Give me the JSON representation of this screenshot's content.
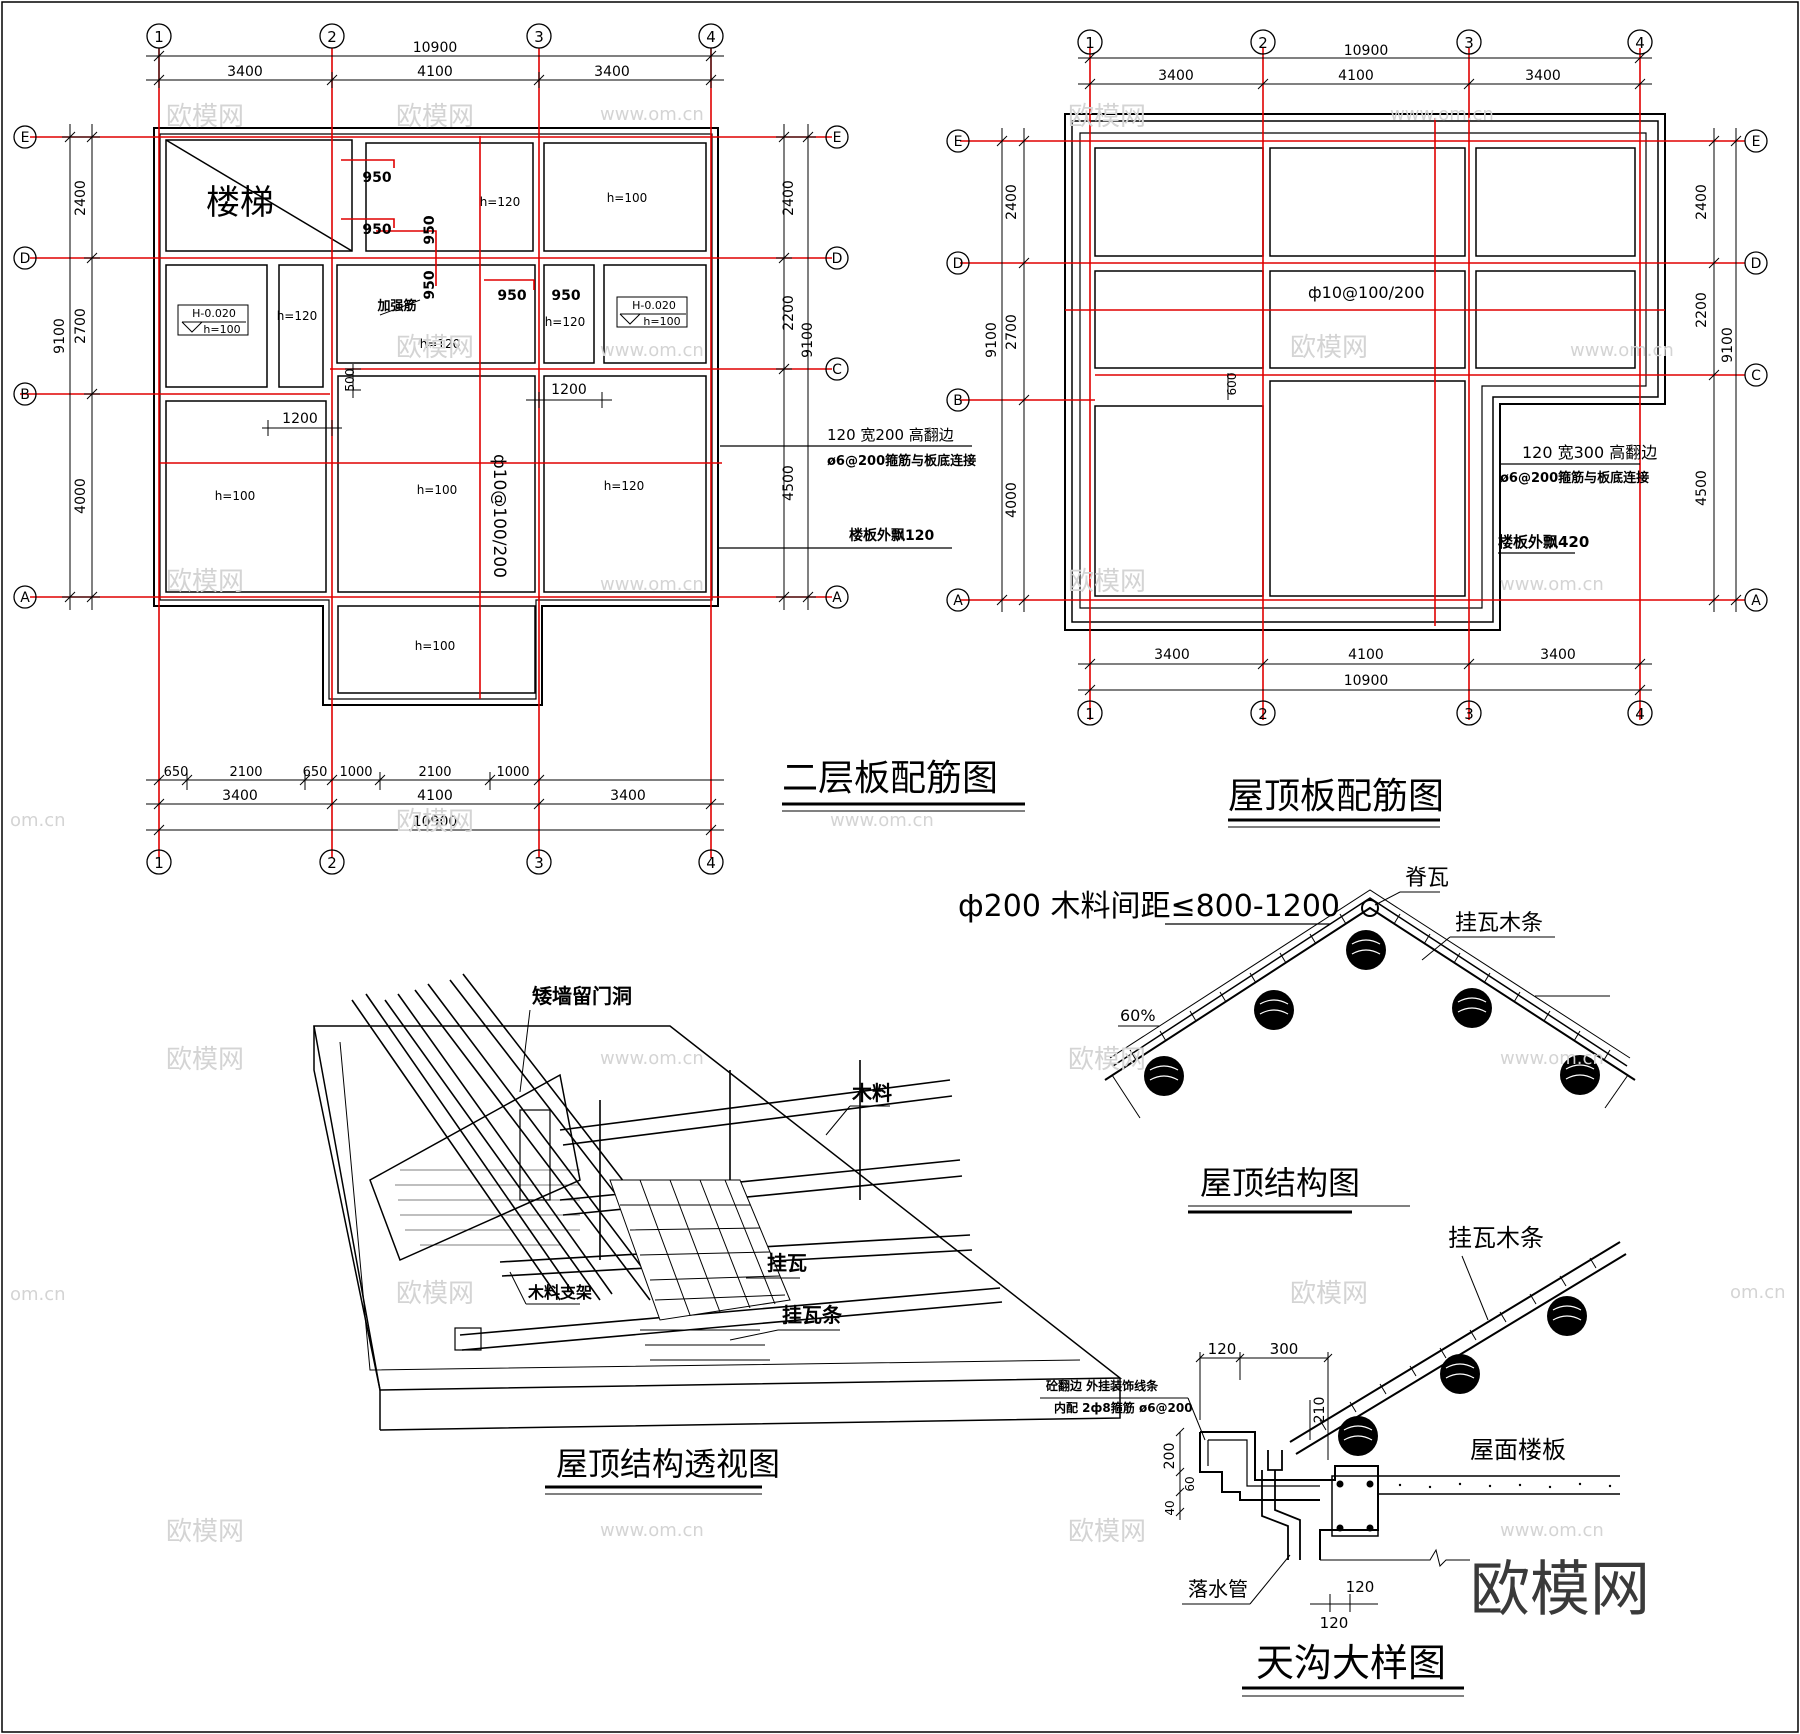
{
  "colors": {
    "ink": "#000000",
    "rebar": "#e00000",
    "watermark": "#d0d0d0",
    "background": "#ffffff"
  },
  "plan2": {
    "title": "二层板配筋图",
    "axes_x": [
      "1",
      "2",
      "3",
      "4"
    ],
    "axes_y_left": [
      "E",
      "D",
      "B",
      "A"
    ],
    "axes_y_right": [
      "E",
      "D",
      "C",
      "A"
    ],
    "total": "10900",
    "spans": [
      "3400",
      "4100",
      "3400"
    ],
    "bottom_sub": [
      "650",
      "2100",
      "650",
      "1000",
      "2100",
      "1000"
    ],
    "left_dims": [
      "2400",
      "2700",
      "4000"
    ],
    "left_total": "9100",
    "right_dims": [
      "2400",
      "2200",
      "4500"
    ],
    "right_total": "9100",
    "stair": "楼梯",
    "d950": "950",
    "d1200": "1200",
    "d500": "500",
    "reinf": "加强筋",
    "elev": "H-0.020",
    "h100": "h=100",
    "h120": "h=120",
    "main_bar": "ф10@100/200",
    "note1": "120  宽200  高翻边",
    "note2": "ø6@200箍筋与板底连接",
    "note3": "楼板外飘120"
  },
  "plan_roof": {
    "title": "屋顶板配筋图",
    "total": "10900",
    "spans": [
      "3400",
      "4100",
      "3400"
    ],
    "left_dims": [
      "2400",
      "2700",
      "4000"
    ],
    "left_total": "9100",
    "right_dims": [
      "2400",
      "2200",
      "4500"
    ],
    "right_total": "9100",
    "main_bar": "ф10@100/200",
    "d600": "600",
    "note1": "120  宽300  高翻边",
    "note2": "ø6@200箍筋与板底连接",
    "note3": "楼板外飘420"
  },
  "roof_struct": {
    "title": "屋顶结构图",
    "timber": "ф200 木料间距≤800-1200",
    "ridge": "脊瓦",
    "batten": "挂瓦木条",
    "slope": "60%"
  },
  "perspective": {
    "title": "屋顶结构透视图",
    "opening": "矮墙留门洞",
    "timber": "木料",
    "tile": "挂瓦",
    "batten": "挂瓦条",
    "support": "木料支架"
  },
  "gutter": {
    "title": "天沟大样图",
    "batten": "挂瓦木条",
    "slab": "屋面楼板",
    "pipe": "落水管",
    "ann1": "砼翻边   外挂装饰线条",
    "ann2": "内配   2ф8箍筋  ø6@200",
    "d120": "120",
    "d300": "300",
    "d210": "210",
    "d200": "200",
    "d60": "60",
    "d40": "40"
  },
  "watermark": {
    "brand": "欧模网",
    "url": "www.om.cn",
    "short": "om.cn"
  }
}
